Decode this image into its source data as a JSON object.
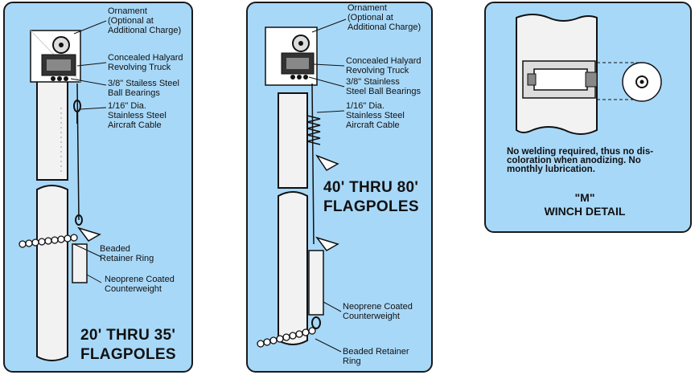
{
  "panel_20_35": {
    "title": "20' THRU 35'\nFLAGPOLES",
    "labels": {
      "ornament": "Ornament\n(Optional at\nAdditional Charge)",
      "truck": "Concealed Halyard\nRevolving Truck",
      "bearings": "3/8\" Stailess Steel\nBall Bearings",
      "cable": "1/16\" Dia.\nStainless Steel\nAircraft Cable",
      "retainer": "Beaded\nRetainer Ring",
      "counterweight": "Neoprene Coated\nCounterweight"
    }
  },
  "panel_40_80": {
    "title": "40' THRU 80'\nFLAGPOLES",
    "labels": {
      "ornament": "Ornament\n(Optional at\nAdditional Charge)",
      "truck": "Concealed Halyard\nRevolving Truck",
      "bearings": "3/8\" Stainless\nSteel Ball Bearings",
      "cable": "1/16\" Dia.\nStainless Steel\nAircraft Cable",
      "counterweight": "Neoprene Coated\nCounterweight",
      "retainer": "Beaded Retainer\nRing"
    }
  },
  "winch_detail": {
    "note": "No welding required, thus no dis-\ncoloration when anodizing. No\nmonthly lubrication.",
    "title": "\"M\"\nWINCH DETAIL"
  },
  "colors": {
    "panel": "#a8d8f8",
    "pole": "#f2f2f2",
    "line": "#111111"
  }
}
